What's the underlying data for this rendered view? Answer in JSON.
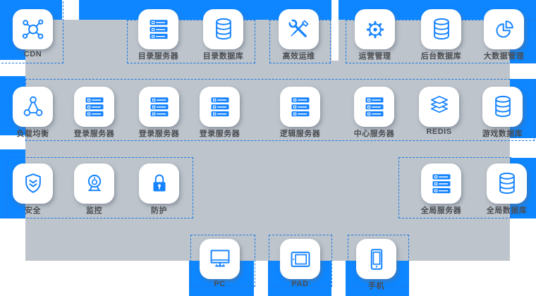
{
  "colors": {
    "accent_blue": "#0d86ff",
    "icon_blue": "#1583ff",
    "panel_gray": "#bdc4cb",
    "dashed_border_blue": "#1a7ae6",
    "label_dark": "#4a4d52",
    "tile_white": "#ffffff"
  },
  "nodes": {
    "cdn": {
      "label": "CDN"
    },
    "dir_server": {
      "label": "目录服务器"
    },
    "dir_db": {
      "label": "目录数据库"
    },
    "ops": {
      "label": "高效运维"
    },
    "mgmt": {
      "label": "运营管理"
    },
    "backend_db": {
      "label": "后台数据库"
    },
    "bigdata": {
      "label": "大数据管理"
    },
    "lb": {
      "label": "负载均衡"
    },
    "login1": {
      "label": "登录服务器"
    },
    "login2": {
      "label": "登录服务器"
    },
    "login3": {
      "label": "登录服务器"
    },
    "logic": {
      "label": "逻辑服务器"
    },
    "center": {
      "label": "中心服务器"
    },
    "redis": {
      "label": "REDIS"
    },
    "game_db": {
      "label": "游戏数据库"
    },
    "security": {
      "label": "安全"
    },
    "monitor": {
      "label": "监控"
    },
    "protect": {
      "label": "防护"
    },
    "global_server": {
      "label": "全局服务器"
    },
    "global_db": {
      "label": "全局数据库"
    },
    "pc": {
      "label": "PC"
    },
    "pad": {
      "label": "PAD"
    },
    "phone": {
      "label": "手机"
    }
  }
}
